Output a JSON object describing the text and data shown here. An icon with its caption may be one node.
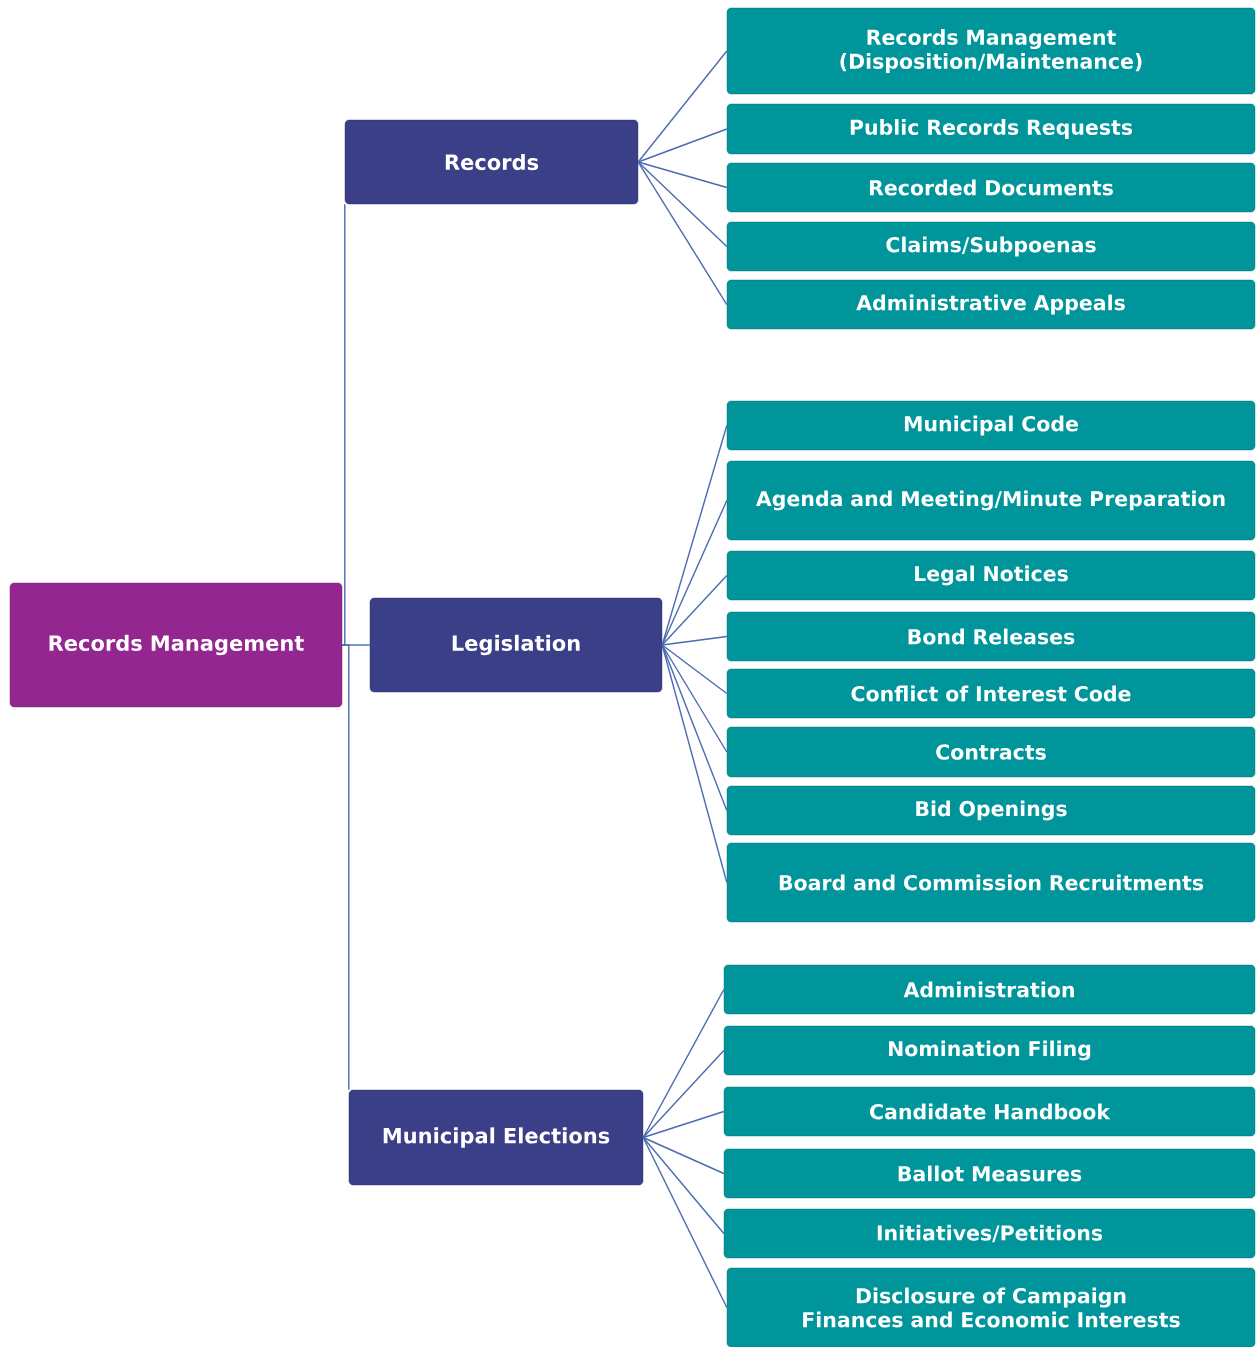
{
  "diagram": {
    "nodes": [
      {
        "text": [
          "Records Management"
        ]
      },
      {
        "text": [
          "Records"
        ]
      },
      {
        "text": [
          "Legislation"
        ]
      },
      {
        "text": [
          "Municipal Elections"
        ]
      },
      {
        "text": [
          "Records Management (Disposition/Maintenance)"
        ]
      },
      {
        "text": [
          "Public Records Requests"
        ]
      },
      {
        "text": [
          "Recorded Documents"
        ]
      },
      {
        "text": [
          "Claims/Subpoenas"
        ]
      },
      {
        "text": [
          "Administrative Appeals"
        ]
      },
      {
        "text": [
          "Municipal Code"
        ]
      },
      {
        "text": [
          "Agenda and Meeting/Minute Preparation"
        ]
      },
      {
        "text": [
          "Legal Notices"
        ]
      },
      {
        "text": [
          "Bond Releases"
        ]
      },
      {
        "text": [
          "Conflict of Interest Code"
        ]
      },
      {
        "text": [
          "Contracts"
        ]
      },
      {
        "text": [
          "Bid Openings"
        ]
      },
      {
        "text": [
          "Board and Commission Recruitments"
        ]
      },
      {
        "text": [
          "Administration"
        ]
      },
      {
        "text": [
          "Nomination Filing"
        ]
      },
      {
        "text": [
          "Candidate Handbook"
        ]
      },
      {
        "text": [
          "Ballot Measures"
        ]
      },
      {
        "text": [
          "Initiatives/Petitions"
        ]
      },
      {
        "text": [
          "Disclosure of Campaign Finances and Economic Interests"
        ]
      }
    ],
    "edges": [
      {
        "from": 0,
        "to": 1,
        "arrow": "none"
      },
      {
        "from": 0,
        "to": 2,
        "arrow": "none"
      },
      {
        "from": 0,
        "to": 3,
        "arrow": "none"
      },
      {
        "from": 1,
        "to": 4,
        "arrow": "none"
      },
      {
        "from": 1,
        "to": 5,
        "arrow": "none"
      },
      {
        "from": 1,
        "to": 6,
        "arrow": "none"
      },
      {
        "from": 1,
        "to": 7,
        "arrow": "none"
      },
      {
        "from": 1,
        "to": 8,
        "arrow": "none"
      },
      {
        "from": 2,
        "to": 9,
        "arrow": "none"
      },
      {
        "from": 2,
        "to": 10,
        "arrow": "none"
      },
      {
        "from": 2,
        "to": 11,
        "arrow": "none"
      },
      {
        "from": 2,
        "to": 12,
        "arrow": "none"
      },
      {
        "from": 2,
        "to": 13,
        "arrow": "none"
      },
      {
        "from": 2,
        "to": 14,
        "arrow": "none"
      },
      {
        "from": 2,
        "to": 15,
        "arrow": "none"
      },
      {
        "from": 2,
        "to": 16,
        "arrow": "none"
      },
      {
        "from": 3,
        "to": 17,
        "arrow": "none"
      },
      {
        "from": 3,
        "to": 18,
        "arrow": "none"
      },
      {
        "from": 3,
        "to": 19,
        "arrow": "none"
      },
      {
        "from": 3,
        "to": 20,
        "arrow": "none"
      },
      {
        "from": 3,
        "to": 21,
        "arrow": "none"
      },
      {
        "from": 3,
        "to": 22,
        "arrow": "none"
      }
    ]
  }
}
